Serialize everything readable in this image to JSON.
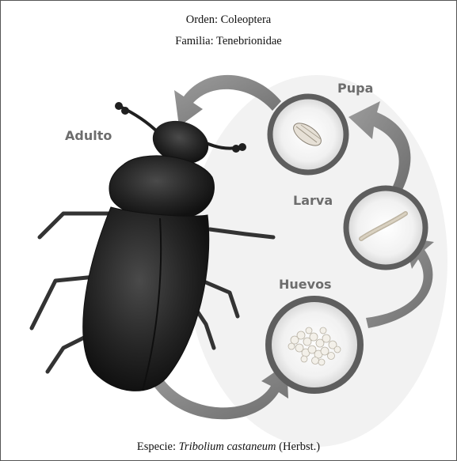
{
  "header": {
    "order": "Orden: Coleoptera",
    "family": "Familia: Tenebrionidae"
  },
  "footer": {
    "species_prefix": "Especie: ",
    "species_name": "Tribolium castaneum",
    "species_suffix": " (Herbst.)"
  },
  "stages": {
    "adult": "Adulto",
    "pupa": "Pupa",
    "larva": "Larva",
    "eggs": "Huevos"
  },
  "colors": {
    "ring": "#606060",
    "arrow": "#8a8a8a",
    "glow": "#cfcfcf",
    "beetle": "#2b2b2b",
    "label": "#6d6d6d"
  }
}
